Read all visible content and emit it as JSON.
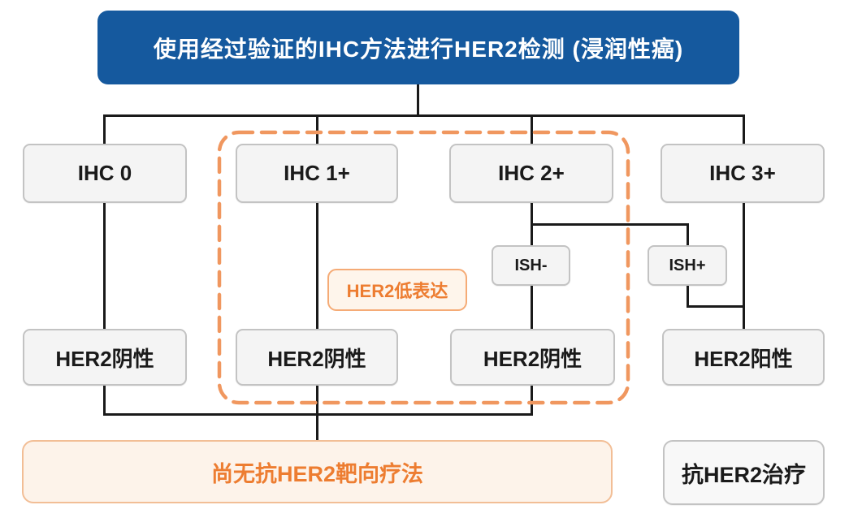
{
  "banner": {
    "title": "使用经过验证的IHC方法进行HER2检测 (浸润性癌)"
  },
  "ihc_row": {
    "ihc0": {
      "label": "IHC 0"
    },
    "ihc1": {
      "label": "IHC 1+"
    },
    "ihc2": {
      "label": "IHC 2+"
    },
    "ihc3": {
      "label": "IHC 3+"
    }
  },
  "ish": {
    "negative": {
      "label": "ISH-"
    },
    "positive": {
      "label": "ISH+"
    }
  },
  "annotations": {
    "her2_low": {
      "label": "HER2低表达"
    }
  },
  "results": {
    "negative1": {
      "label": "HER2阴性"
    },
    "negative2": {
      "label": "HER2阴性"
    },
    "negative3": {
      "label": "HER2阴性"
    },
    "positive": {
      "label": "HER2阳性"
    }
  },
  "footer": {
    "no_therapy": {
      "label": "尚无抗HER2靶向疗法"
    },
    "anti_her2": {
      "label": "抗HER2治疗"
    }
  },
  "colors": {
    "banner_bg": "#15599e",
    "banner_text": "#ffffff",
    "connector_line": "#1a1a1a",
    "dashed_outline": "#f0975f",
    "orange_text": "#ed7d31",
    "orange_fill": "#fdf3ea",
    "orange_border": "#f2be96",
    "node_fill": "#f4f4f4",
    "node_border": "#c3c3c3"
  }
}
